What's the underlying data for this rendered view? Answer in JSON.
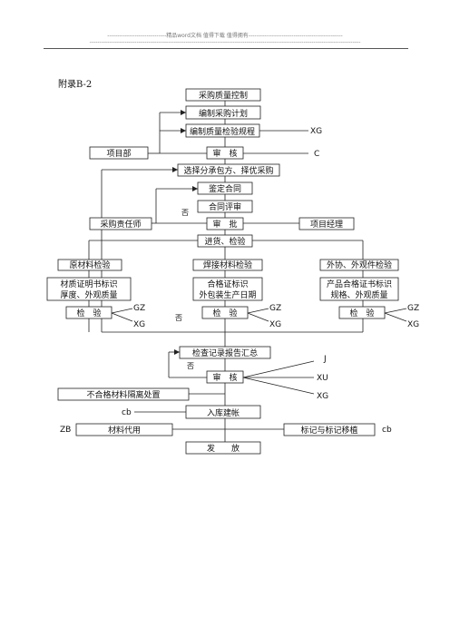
{
  "header": {
    "line1": "------------------------------精品word文档  值得下载  值得拥有------------------------------------------------",
    "line2": "------------------------------------------------------------------------------------------------------------------------------------------"
  },
  "appendix_title": "附录B-2",
  "nodes": {
    "procurement_control": "采购质量控制",
    "procurement_plan": "编制采购计划",
    "inspection_rules": "编制质量检验规程",
    "review1": "审　核",
    "project_dept": "项目部",
    "select_subcontract": "选择分承包方、择优采购",
    "sign_contract": "鉴定合同",
    "contract_review": "合同评审",
    "purchaser": "采购责任师",
    "approve": "审　批",
    "project_manager": "项目经理",
    "arrival_inspection": "进货、检验",
    "raw_material_inspection": "原材料检验",
    "welding_material_inspection": "焊接材料检验",
    "outsourced_inspection": "外协、外观件检验",
    "raw_material_check": [
      "材质证明书标识",
      "厚度、外观质量"
    ],
    "welding_check": [
      "合格证标识",
      "外包装生产日期"
    ],
    "outsourced_check": [
      "产品合格证书标识",
      "规格、外观质量"
    ],
    "inspect_a": "检　验",
    "inspect_b": "检　验",
    "inspect_c": "检　验",
    "report_summary": "检查记录报告汇总",
    "review2": "审　核",
    "nonconforming": "不合格材料隔离处置",
    "warehouse": "入库建帐",
    "material_substitution": "材料代用",
    "mark_transfer": "标记与标记移植",
    "release": "发　　放"
  },
  "labels": {
    "xg": "XG",
    "c": "C",
    "gz": "GZ",
    "no": "否",
    "j": "J",
    "xu": "XU",
    "cb": "cb",
    "zb": "ZB"
  }
}
